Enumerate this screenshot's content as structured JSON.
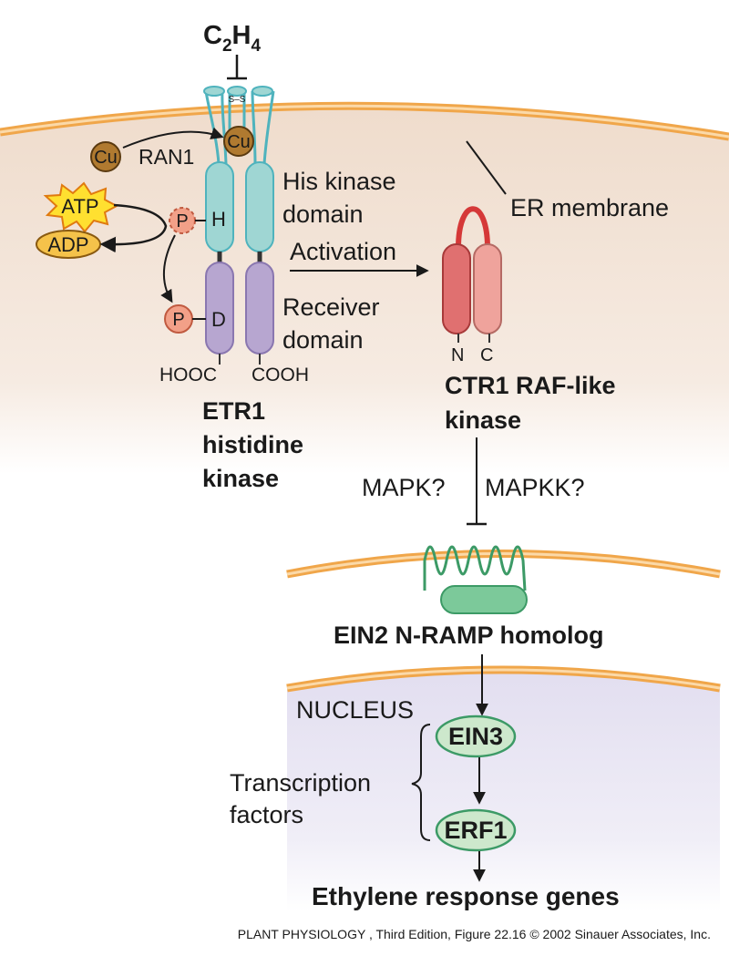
{
  "molecule": {
    "main": "C",
    "sub1": "2",
    "h": "H",
    "sub2": "4"
  },
  "disulfide": "S–S",
  "copper": "Cu",
  "ran1": "RAN1",
  "atp": "ATP",
  "adp": "ADP",
  "phospho": "P",
  "his_site": "H",
  "asp_site": "D",
  "his_kinase_domain": [
    "His kinase",
    "domain"
  ],
  "receiver_domain": [
    "Receiver",
    "domain"
  ],
  "hooc": "HOOC",
  "cooh": "COOH",
  "etr1": [
    "ETR1",
    "histidine",
    "kinase"
  ],
  "er_membrane": "ER membrane",
  "activation": "Activation",
  "ctr1_n": "N",
  "ctr1_c": "C",
  "ctr1": [
    "CTR1 RAF-like",
    "kinase"
  ],
  "mapk": "MAPK?",
  "mapkk": "MAPKK?",
  "ein2": "EIN2 N-RAMP homolog",
  "nucleus": "NUCLEUS",
  "transcription_factors": [
    "Transcription",
    "factors"
  ],
  "ein3": "EIN3",
  "erf1": "ERF1",
  "response_genes": "Ethylene response genes",
  "caption": "PLANT PHYSIOLOGY , Third Edition, Figure 22.16  © 2002 Sinauer Associates, Inc.",
  "colors": {
    "membrane": "#f0a64a",
    "cytoplasm": "#f2e1d4",
    "nucleus": "#e6e4f0",
    "his_domain": "#9fd6d3",
    "receiver": "#b7a6d0",
    "copper": "#b07a30",
    "phosphate": "#f2a088",
    "atp": "#ffe030",
    "adp": "#f5c24a",
    "ctr1_left": "#e07070",
    "ctr1_right": "#efa39c",
    "ctr1_loop": "#d53838",
    "ein2": "#7cc99a",
    "tf": "#cde8cc"
  }
}
